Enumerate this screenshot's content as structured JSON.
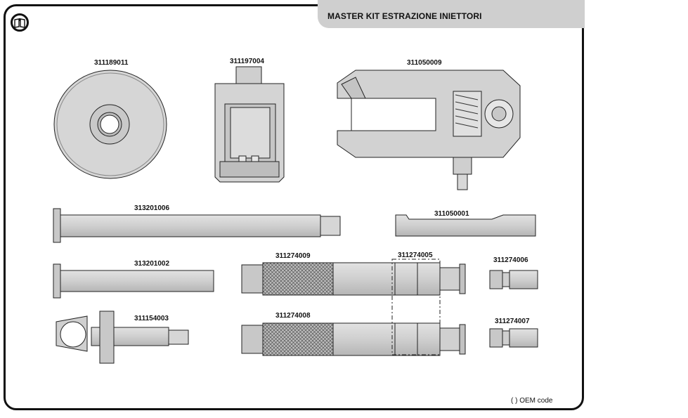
{
  "header": {
    "title": "MASTER KIT ESTRAZIONE INIETTORI"
  },
  "parts": {
    "p311189011": "311189011",
    "p311197004": "311197004",
    "p311050009": "311050009",
    "p313201006": "313201006",
    "p311050001": "311050001",
    "p313201002": "313201002",
    "p311274009": "311274009",
    "p311274005": "311274005",
    "p311274006": "311274006",
    "p311154003": "311154003",
    "p311274008": "311274008",
    "p311274007": "311274007"
  },
  "footer": {
    "note": "( ) OEM code"
  },
  "colors": {
    "frame": "#111111",
    "tab": "#cfcfcf",
    "metal": "#d4d4d4",
    "metal_dark": "#a8a8a8"
  },
  "icons": {
    "info": "info-book-icon"
  }
}
